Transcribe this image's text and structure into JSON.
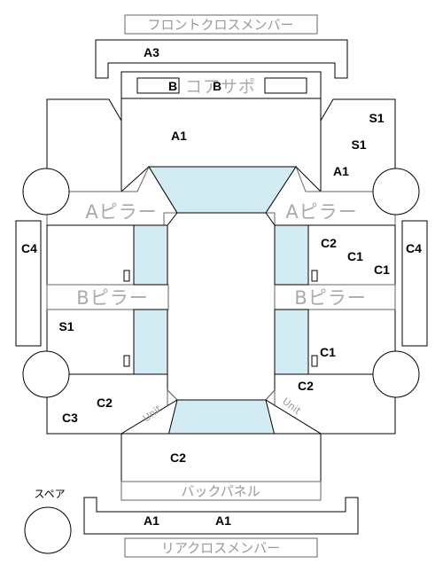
{
  "panels": {
    "front_cross_member": "フロントクロスメンバー",
    "core_support": "コアサポ",
    "a_pillar": "Aピラー",
    "b_pillar": "Bピラー",
    "unit": "Unit",
    "back_panel": "バックパネル",
    "rear_cross_member": "リアクロスメンバー",
    "spare": "スペア"
  },
  "markers": {
    "a3": "A3",
    "b": "B",
    "a1": "A1",
    "s1": "S1",
    "c1": "C1",
    "c2": "C2",
    "c3": "C3",
    "c4": "C4"
  },
  "colors": {
    "glass": "#d3ebf2",
    "outline": "#000000",
    "watermark_text": "#aaaaaa"
  }
}
